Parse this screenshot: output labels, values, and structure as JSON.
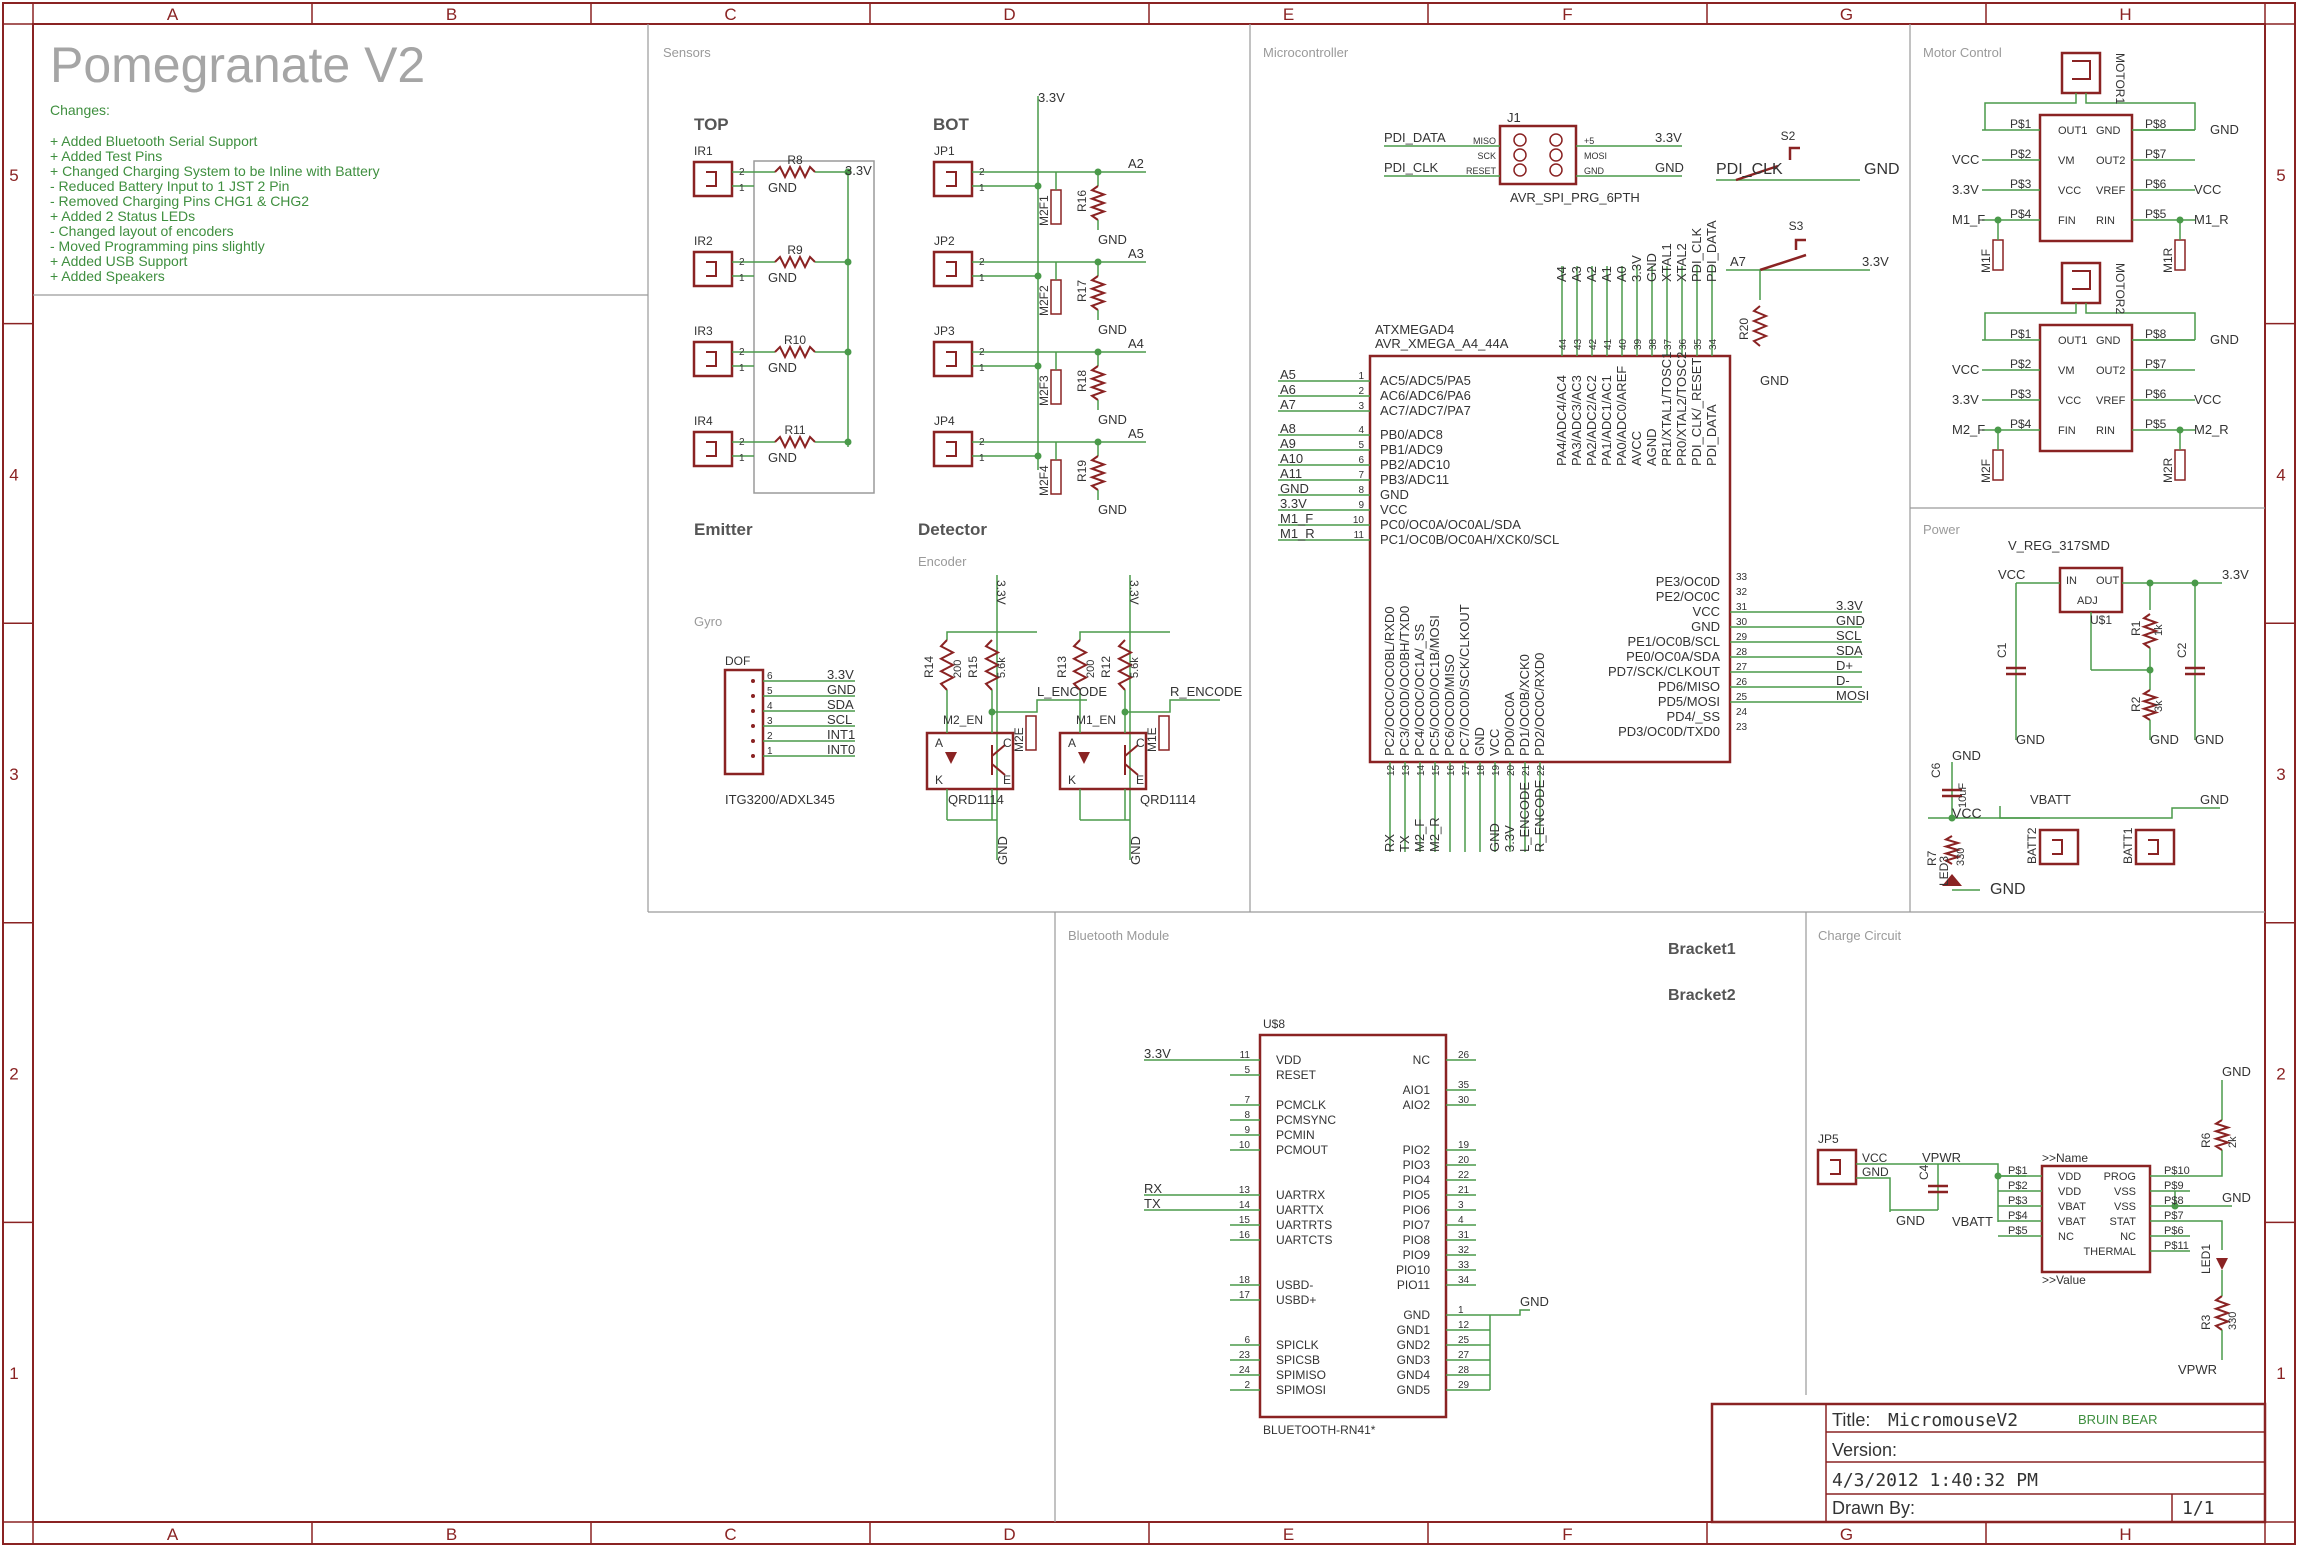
{
  "colors": {
    "frame": "#8a2323",
    "wire": "#4a9a4a",
    "section": "#9a9a9a",
    "text": "#333333",
    "title": "#a5a5a5",
    "notes": "#3f8f3f",
    "pin": "#a03030"
  },
  "border": {
    "columns": [
      "A",
      "B",
      "C",
      "D",
      "E",
      "F",
      "G",
      "H"
    ],
    "rows": [
      "5",
      "4",
      "3",
      "2",
      "1"
    ]
  },
  "title_block": {
    "heading": "Pomegranate V2",
    "changes_label": "Changes:",
    "changes": [
      "+ Added Bluetooth Serial Support",
      "+ Added Test Pins",
      "+ Changed Charging System to be Inline with Battery",
      "- Reduced Battery Input to 1 JST 2 Pin",
      "- Removed Charging Pins CHG1 & CHG2",
      "+ Added 2 Status LEDs",
      "- Changed layout of encoders",
      "- Moved Programming pins slightly",
      "+ Added USB Support",
      "+ Added Speakers"
    ]
  },
  "sections": {
    "sensors": "Sensors",
    "micro": "Microcontroller",
    "motor": "Motor Control",
    "power": "Power",
    "bluetooth": "Bluetooth Module",
    "charge": "Charge Circuit",
    "top": "TOP",
    "bot": "BOT",
    "emitter": "Emitter",
    "detector": "Detector",
    "encoder": "Encoder",
    "gyro": "Gyro"
  },
  "sensors": {
    "ir": [
      "IR1",
      "IR2",
      "IR3",
      "IR4"
    ],
    "jp": [
      "JP1",
      "JP2",
      "JP3",
      "JP4"
    ],
    "emit_r": [
      "R8",
      "R9",
      "R10",
      "R11"
    ],
    "det_r": [
      "R16",
      "R17",
      "R18",
      "R19"
    ],
    "m2f": [
      "M2F1",
      "M2F2",
      "M2F3",
      "M2F4"
    ],
    "analog": [
      "A2",
      "A3",
      "A4",
      "A5"
    ],
    "gnd": "GND",
    "v33": "3.3V",
    "pin1": "1",
    "pin2": "2"
  },
  "gyro": {
    "name": "DOF",
    "part": "ITG3200/ADXL345",
    "pins": [
      "3.3V",
      "GND",
      "SDA",
      "SCL",
      "INT1",
      "INT0"
    ],
    "nums": [
      "6",
      "5",
      "4",
      "3",
      "2",
      "1"
    ]
  },
  "encoder": {
    "r_left": [
      "R14",
      "R15"
    ],
    "r_right": [
      "R13",
      "R12"
    ],
    "v_left": [
      "200",
      "5.6k"
    ],
    "v_right": [
      "200",
      "5.6k"
    ],
    "l_encode": "L_ENCODE",
    "r_encode": "R_ENCODE",
    "m2_en": "M2_EN",
    "m1_en": "M1_EN",
    "m2e": "M2E",
    "m1e": "M1E",
    "qrd": "QRD1114",
    "pins": [
      "A",
      "K",
      "C",
      "E"
    ]
  },
  "avr_header": {
    "name": "J1",
    "part": "AVR_SPI_PRG_6PTH",
    "left_pins": [
      "MISO",
      "SCK",
      "RESET"
    ],
    "right_pins": [
      "+5",
      "MOSI",
      "GND"
    ],
    "left_nets": [
      "PDI_DATA",
      "PDI_CLK"
    ],
    "right_nets": [
      "3.3V",
      "GND"
    ]
  },
  "switches": {
    "s2": "S2",
    "s3": "S3",
    "pdi_clk": "PDI_CLK",
    "gnd": "GND",
    "a7": "A7",
    "v33": "3.3V",
    "r20": "R20"
  },
  "mcu": {
    "ref": "ATXMEGAD4",
    "part": "AVR_XMEGA_A4_44A",
    "left_nets": [
      "A5",
      "A6",
      "A7",
      "A8",
      "A9",
      "A10",
      "A11",
      "GND",
      "3.3V",
      "M1_F",
      "M1_R"
    ],
    "left_pins": [
      "AC5/ADC5/PA5",
      "AC6/ADC6/PA6",
      "AC7/ADC7/PA7",
      "PB0/ADC8",
      "PB1/ADC9",
      "PB2/ADC10",
      "PB3/ADC11",
      "GND",
      "VCC",
      "PC0/OC0A/OC0AL/SDA",
      "PC1/OC0B/OC0AH/XCK0/SCL"
    ],
    "left_nums": [
      "1",
      "2",
      "3",
      "4",
      "5",
      "6",
      "7",
      "8",
      "9",
      "10",
      "11"
    ],
    "top_nets": [
      "A4",
      "A3",
      "A2",
      "A1",
      "A0",
      "3.3V",
      "GND",
      "XTAL1",
      "XTAL2",
      "PDI_CLK",
      "PDI_DATA"
    ],
    "top_pins": [
      "PA4/ADC4/AC4",
      "PA3/ADC3/AC3",
      "PA2/ADC2/AC2",
      "PA1/ADC1/AC1",
      "PA0/ADC0/AREF",
      "AVCC",
      "AGND",
      "PR1/XTAL1/TOSC1",
      "PR0/XTAL2/TOSC2",
      "PDI_CLK/_RESET",
      "PDI_DATA"
    ],
    "top_nums": [
      "44",
      "43",
      "42",
      "41",
      "40",
      "39",
      "38",
      "37",
      "36",
      "35",
      "34"
    ],
    "right_nets": [
      "3.3V",
      "GND",
      "SCL",
      "SDA",
      "D+",
      "D-",
      "MOSI"
    ],
    "right_pins": [
      "PE3/OC0D",
      "PE2/OC0C",
      "VCC",
      "GND",
      "PE1/OC0B/SCL",
      "PE0/OC0A/SDA",
      "PD7/SCK/CLKOUT",
      "PD6/MISO",
      "PD5/MOSI",
      "PD4/_SS",
      "PD3/OC0D/TXD0"
    ],
    "right_nums": [
      "33",
      "32",
      "31",
      "30",
      "29",
      "28",
      "27",
      "26",
      "25",
      "24",
      "23"
    ],
    "bottom_pins": [
      "PC2/OC0C/OC0BL/RXD0",
      "PC3/OC0D/OC0BH/TXD0",
      "PC4/OC0C/OC1A/_SS",
      "PC5/OC0D/OC1B/MOSI",
      "PC6/OC0D/MISO",
      "PC7/OC0D/SCK/CLKOUT",
      "GND",
      "VCC",
      "PD0/OC0A",
      "PD1/OC0B/XCK0",
      "PD2/OC0C/RXD0"
    ],
    "bottom_nums": [
      "12",
      "13",
      "14",
      "15",
      "16",
      "17",
      "18",
      "19",
      "20",
      "21",
      "22"
    ],
    "bottom_nets": [
      "RX",
      "TX",
      "M2_F",
      "M2_R",
      "GND",
      "3.3V",
      "L_ENCODE",
      "R_ENCODE"
    ]
  },
  "motor": {
    "motor1": "MOTOR1",
    "motor2": "MOTOR2",
    "ps_left": [
      "P$1",
      "P$2",
      "P$3",
      "P$4"
    ],
    "ps_right": [
      "P$8",
      "P$7",
      "P$6",
      "P$5"
    ],
    "in_left": [
      "OUT1",
      "VM",
      "VCC",
      "FIN"
    ],
    "in_right": [
      "GND",
      "OUT2",
      "VREF",
      "RIN"
    ],
    "left_nets": [
      "VCC",
      "3.3V"
    ],
    "right_nets": [
      "GND",
      "VCC"
    ],
    "m1f": "M1_F",
    "m1r": "M1_R",
    "m2f": "M2_F",
    "m2r": "M2_R",
    "m1f_lbl": "M1F",
    "m1r_lbl": "M1R",
    "m2f_lbl": "M2F",
    "m2r_lbl": "M2R"
  },
  "power": {
    "reg": "V_REG_317SMD",
    "u": "U$1",
    "in": "IN",
    "out": "OUT",
    "adj": "ADJ",
    "vcc": "VCC",
    "v33": "3.3V",
    "gnd": "GND",
    "r1": "R1",
    "r1v": "1k",
    "r2": "R2",
    "r2v": "3k",
    "c1": "C1",
    "c2": "C2",
    "c6": "C6",
    "c6v": "10uF",
    "vbatt": "VBATT",
    "batt2": "BATT2",
    "batt1": "BATT1",
    "r7": "R7",
    "r7v": "330",
    "led3": "LED3"
  },
  "bluetooth": {
    "ref": "U$8",
    "part": "BLUETOOTH-RN41*",
    "bracket1": "Bracket1",
    "bracket2": "Bracket2",
    "left": [
      {
        "num": "11",
        "name": "VDD",
        "net": "3.3V"
      },
      {
        "num": "5",
        "name": "RESET",
        "net": ""
      },
      {
        "num": "7",
        "name": "PCMCLK",
        "net": ""
      },
      {
        "num": "8",
        "name": "PCMSYNC",
        "net": ""
      },
      {
        "num": "9",
        "name": "PCMIN",
        "net": ""
      },
      {
        "num": "10",
        "name": "PCMOUT",
        "net": ""
      },
      {
        "num": "13",
        "name": "UARTRX",
        "net": "RX"
      },
      {
        "num": "14",
        "name": "UARTTX",
        "net": "TX"
      },
      {
        "num": "15",
        "name": "UARTRTS",
        "net": ""
      },
      {
        "num": "16",
        "name": "UARTCTS",
        "net": ""
      },
      {
        "num": "18",
        "name": "USBD-",
        "net": ""
      },
      {
        "num": "17",
        "name": "USBD+",
        "net": ""
      },
      {
        "num": "6",
        "name": "SPICLK",
        "net": ""
      },
      {
        "num": "23",
        "name": "SPICSB",
        "net": ""
      },
      {
        "num": "24",
        "name": "SPIMISO",
        "net": ""
      },
      {
        "num": "2",
        "name": "SPIMOSI",
        "net": ""
      }
    ],
    "right": [
      {
        "num": "26",
        "name": "NC"
      },
      {
        "num": "35",
        "name": "AIO1"
      },
      {
        "num": "30",
        "name": "AIO2"
      },
      {
        "num": "19",
        "name": "PIO2"
      },
      {
        "num": "20",
        "name": "PIO3"
      },
      {
        "num": "22",
        "name": "PIO4"
      },
      {
        "num": "21",
        "name": "PIO5"
      },
      {
        "num": "3",
        "name": "PIO6"
      },
      {
        "num": "4",
        "name": "PIO7"
      },
      {
        "num": "31",
        "name": "PIO8"
      },
      {
        "num": "32",
        "name": "PIO9"
      },
      {
        "num": "33",
        "name": "PIO10"
      },
      {
        "num": "34",
        "name": "PIO11"
      },
      {
        "num": "1",
        "name": "GND"
      },
      {
        "num": "12",
        "name": "GND1"
      },
      {
        "num": "25",
        "name": "GND2"
      },
      {
        "num": "27",
        "name": "GND3"
      },
      {
        "num": "28",
        "name": "GND4"
      },
      {
        "num": "29",
        "name": "GND5"
      }
    ],
    "gnd": "GND"
  },
  "charge": {
    "jp5": "JP5",
    "vcc": "VCC",
    "gnd": "GND",
    "c4": "C4",
    "vpwr": "VPWR",
    "vbatt": "VBATT",
    "name": ">>Name",
    "value": ">>Value",
    "ps_left": [
      "P$1",
      "P$2",
      "P$3",
      "P$4",
      "P$5"
    ],
    "in_left": [
      "VDD",
      "VDD",
      "VBAT",
      "VBAT",
      "NC"
    ],
    "ps_right": [
      "P$10",
      "P$9",
      "P$8",
      "P$7",
      "P$6",
      "P$11"
    ],
    "in_right": [
      "PROG",
      "VSS",
      "VSS",
      "STAT",
      "NC",
      "THERMAL"
    ],
    "r6": "R6",
    "r6v": "2k",
    "r3": "R3",
    "r3v": "330",
    "led1": "LED1"
  },
  "frame": {
    "title_label": "Title:",
    "title_value": "MicromouseV2",
    "bruin": "BRUIN BEAR",
    "version_label": "Version:",
    "date": "4/3/2012 1:40:32 PM",
    "drawn_label": "Drawn By:",
    "sheet": "1/1"
  }
}
